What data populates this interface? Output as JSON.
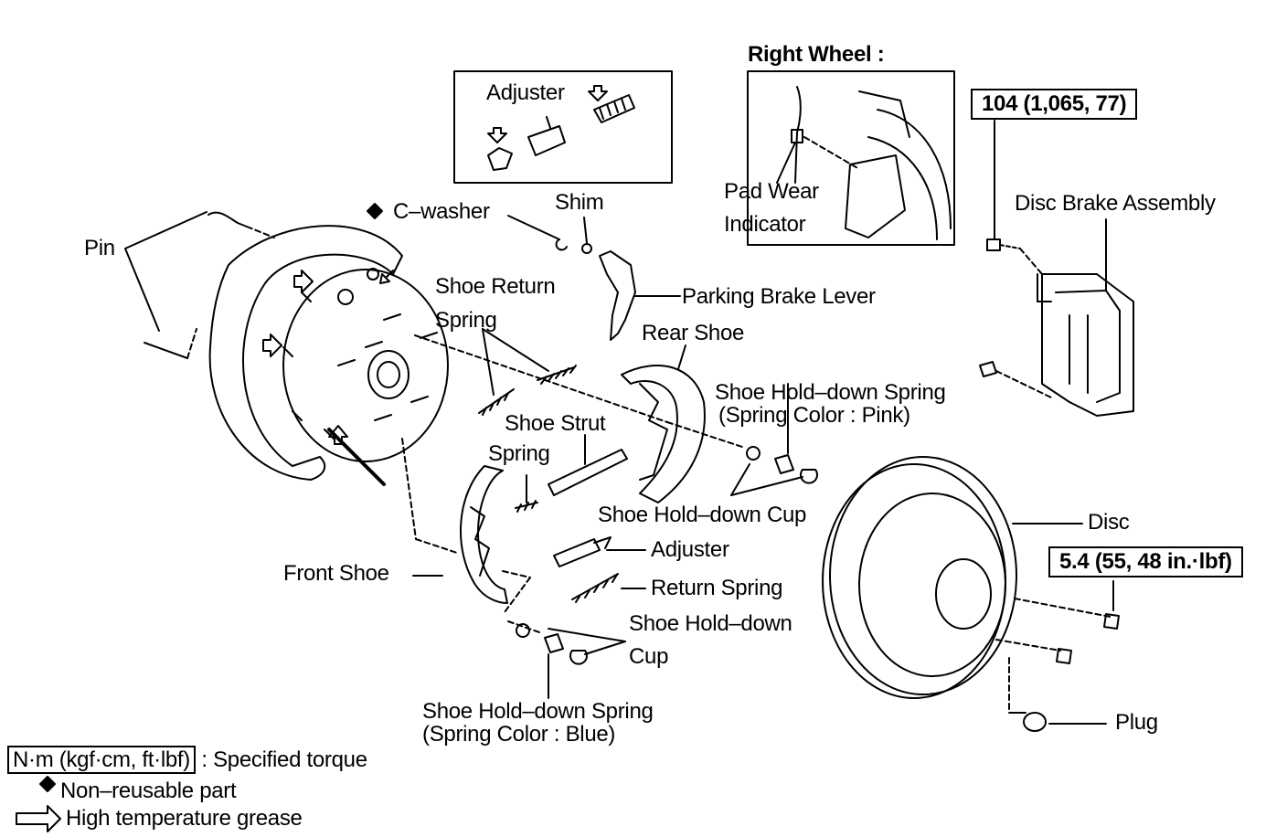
{
  "right_wheel": {
    "title": "Right Wheel :",
    "pad_wear_line1": "Pad Wear",
    "pad_wear_line2": "Indicator"
  },
  "inset": {
    "adjuster": "Adjuster"
  },
  "torques": {
    "caliper": "104 (1,065, 77)",
    "disc": "5.4 (55, 48 in.·lbf)"
  },
  "labels": {
    "disc_brake_assembly": "Disc Brake Assembly",
    "c_washer": "C–washer",
    "shim": "Shim",
    "pin": "Pin",
    "shoe_return_spring_1": "Shoe Return",
    "shoe_return_spring_2": "Spring",
    "parking_brake_lever": "Parking Brake Lever",
    "rear_shoe": "Rear Shoe",
    "hold_down_spring_pink_1": "Shoe Hold–down Spring",
    "hold_down_spring_pink_2": "(Spring Color : Pink)",
    "shoe_strut_1": "Shoe Strut",
    "shoe_strut_2": "Spring",
    "hold_down_cup_upper": "Shoe Hold–down Cup",
    "disc": "Disc",
    "adjuster": "Adjuster",
    "front_shoe": "Front Shoe",
    "return_spring": "Return Spring",
    "hold_down_cup_lower_1": "Shoe Hold–down",
    "hold_down_cup_lower_2": "Cup",
    "hold_down_spring_blue_1": "Shoe Hold–down Spring",
    "hold_down_spring_blue_2": "(Spring Color : Blue)",
    "plug": "Plug"
  },
  "legend": {
    "torque_units": "N·m (kgf·cm, ft·lbf)",
    "torque_desc": ": Specified torque",
    "non_reusable": "Non–reusable part",
    "grease": "High temperature grease"
  }
}
